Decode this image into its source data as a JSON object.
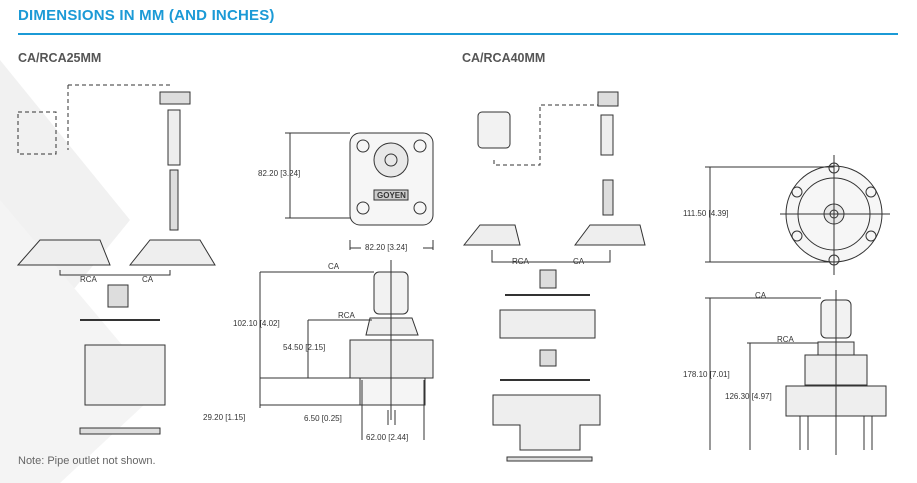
{
  "header": {
    "title": "DIMENSIONS IN MM (AND INCHES)"
  },
  "models": {
    "left": "CA/RCA25MM",
    "right": "CA/RCA40MM"
  },
  "note": "Note: Pipe outlet not shown.",
  "drawing_25": {
    "exploded": {
      "rca": "RCA",
      "ca": "CA"
    },
    "top_view": {
      "height": "82.20 [3.24]",
      "width": "82.20 [3.24]",
      "brand": "GOYEN"
    },
    "side_view": {
      "ca": "CA",
      "rca": "RCA",
      "total_height": "102.10 [4.02]",
      "rca_height": "54.50 [2.15]",
      "outlet_height": "29.20 [1.15]",
      "stem": "6.50 [0.25]",
      "outlet_width": "62.00 [2.44]"
    }
  },
  "drawing_40": {
    "exploded": {
      "rca": "RCA",
      "ca": "CA"
    },
    "top_view": {
      "diameter": "111.50 [4.39]"
    },
    "side_view": {
      "ca": "CA",
      "rca": "RCA",
      "total_height": "178.10 [7.01]",
      "rca_height": "126.30 [4.97]"
    }
  }
}
